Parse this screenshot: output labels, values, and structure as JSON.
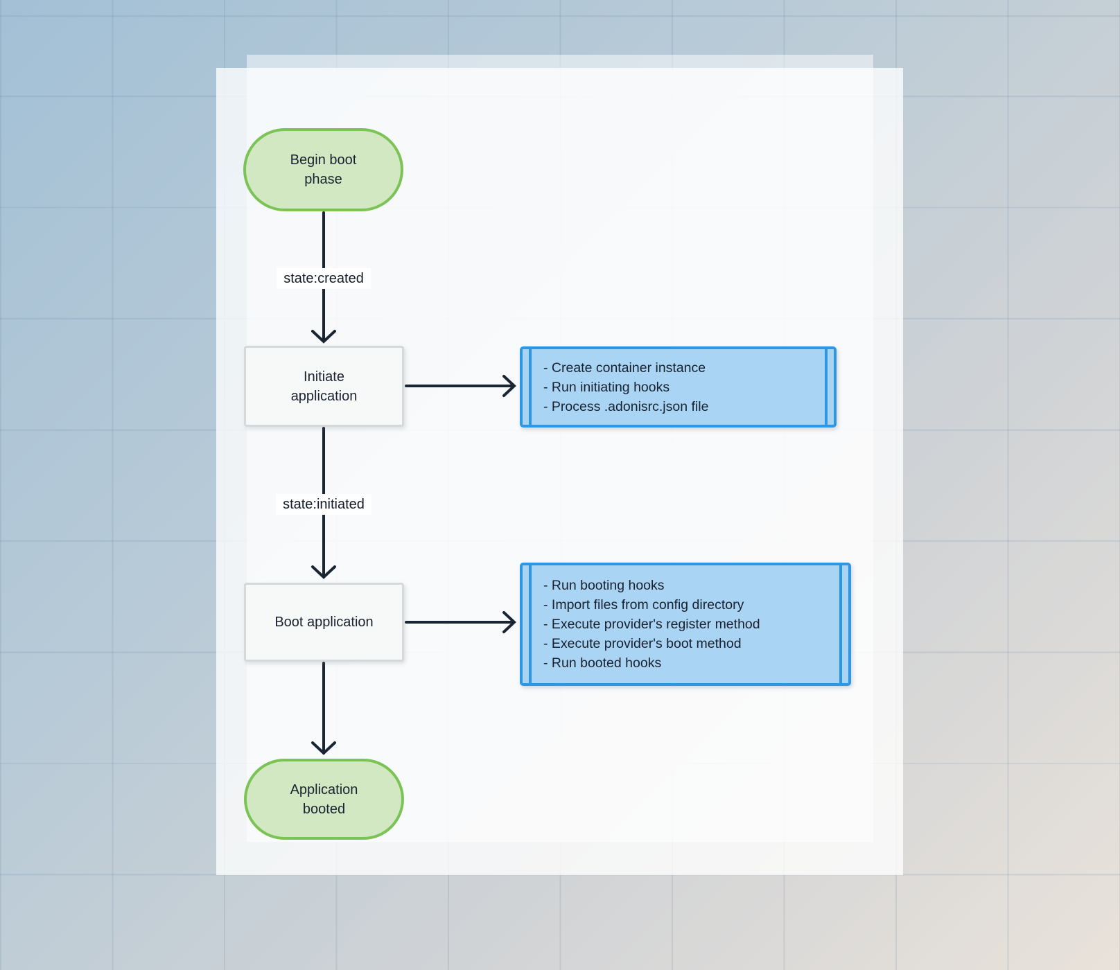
{
  "diagram": {
    "nodes": {
      "begin": "Begin boot\nphase",
      "initiate": "Initiate\napplication",
      "boot": "Boot application",
      "booted": "Application\nbooted"
    },
    "edge_labels": {
      "created": "state:created",
      "initiated": "state:initiated"
    },
    "task_boxes": {
      "initiate": {
        "items": [
          "- Create container instance",
          "- Run initiating hooks",
          "- Process .adonisrc.json file"
        ]
      },
      "boot": {
        "items": [
          "- Run booting hooks",
          "- Import files from config directory",
          "- Execute provider's register method",
          "- Execute provider's boot method",
          "- Run booted hooks"
        ]
      }
    },
    "colors": {
      "start_end_fill": "#d2e8c2",
      "start_end_border": "#7cc356",
      "process_fill": "#f7f9f8",
      "process_border": "#d6d9d9",
      "task_fill": "#a9d4f3",
      "task_border": "#2e96e2",
      "arrow": "#1b2433",
      "edge_label_bg": "#ffffff",
      "background_top_left": "#a3c0d6",
      "background_bottom_right": "#e9e2da"
    }
  }
}
